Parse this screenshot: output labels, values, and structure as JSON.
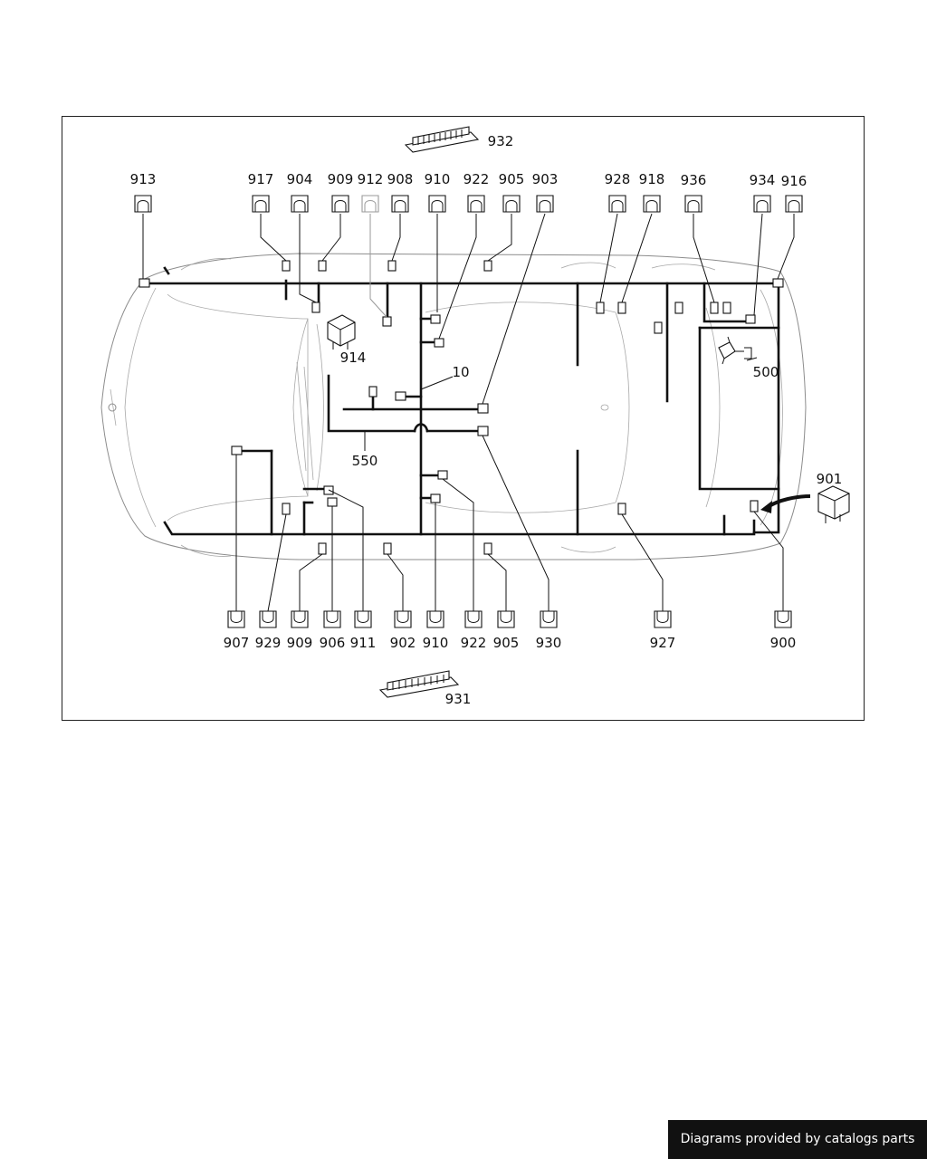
{
  "footer": {
    "text": "Diagrams provided by catalogs parts"
  },
  "diagram": {
    "top_connectors": [
      "913",
      "917",
      "904",
      "909",
      "912",
      "908",
      "910",
      "922",
      "905",
      "903",
      "928",
      "918",
      "936",
      "934",
      "916"
    ],
    "bottom_connectors": [
      "907",
      "929",
      "909",
      "906",
      "911",
      "902",
      "910",
      "922",
      "905",
      "930",
      "927",
      "900"
    ],
    "blocks": {
      "top": "932",
      "bottom": "931"
    },
    "parts": {
      "relay_left": "914",
      "relay_right": "901",
      "small_part": "500",
      "harness_main": "10",
      "harness_center": "550"
    }
  }
}
